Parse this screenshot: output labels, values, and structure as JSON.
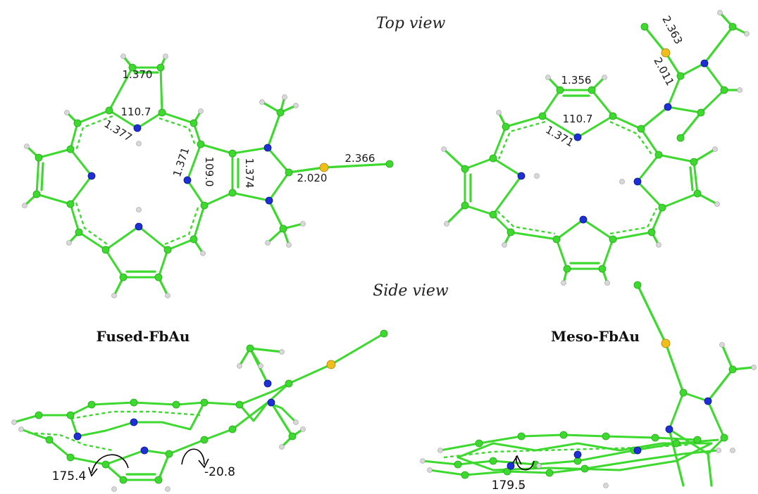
{
  "titles": {
    "top_view": "Top view",
    "side_view": "Side view"
  },
  "molecules": {
    "fused_name": "Fused-FbAu",
    "meso_name": "Meso-FbAu"
  },
  "fused_top_labels": {
    "cc_top": "1.370",
    "angle_top": "110.7",
    "cn_top": "1.377",
    "cn_right": "1.371",
    "angle_right": "109.0",
    "cc_fused": "1.374",
    "au_c": "2.020",
    "au_cl": "2.366"
  },
  "meso_top_labels": {
    "cc_top": "1.356",
    "angle_top": "110.7",
    "cn_top": "1.371",
    "au_cl": "2.363",
    "au_c": "2.011"
  },
  "side_angles": {
    "fused_left": "175.4",
    "fused_right": "-20.8",
    "meso": "179.5"
  },
  "colors": {
    "carbon": "#3dd92f",
    "nitrogen": "#1f2fd6",
    "gold": "#f0be1a",
    "hydrogen": "#d8d8d8"
  }
}
